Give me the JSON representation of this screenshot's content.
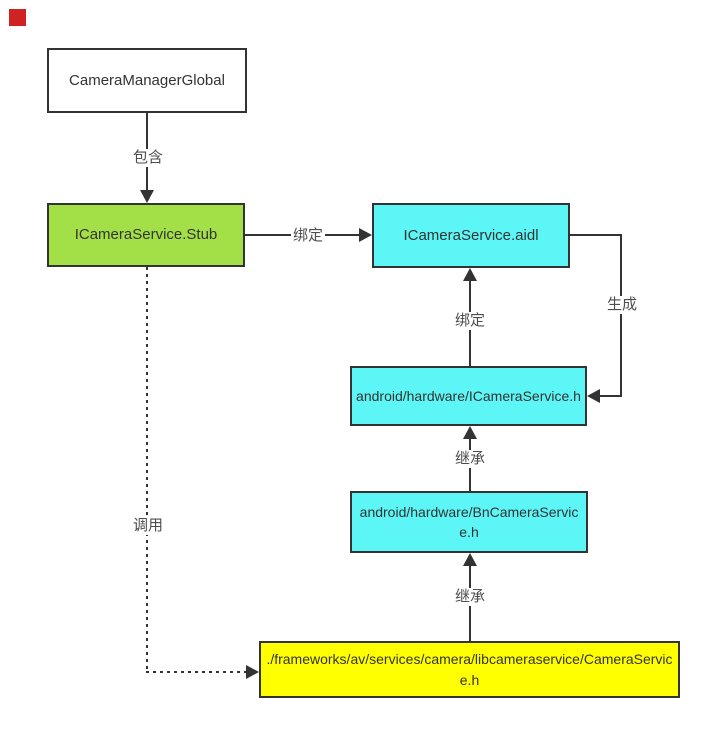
{
  "diagram": {
    "nodes": {
      "camera_manager_global": {
        "label": "CameraManagerGlobal"
      },
      "icameraservice_stub": {
        "label": "ICameraService.Stub"
      },
      "icameraservice_aidl": {
        "label": "ICameraService.aidl"
      },
      "icameraservice_h": {
        "label": "android/hardware/ICameraService.h"
      },
      "bncameraservice_h": {
        "label": "android/hardware/BnCameraService.h"
      },
      "cameraservice_h": {
        "label": "./frameworks/av/services/camera/libcameraservice/CameraService.h"
      }
    },
    "edge_labels": {
      "contains": {
        "label": "包含"
      },
      "bind_stub_to_aidl": {
        "label": "绑定"
      },
      "bind_h_to_aidl": {
        "label": "绑定"
      },
      "generates": {
        "label": "生成"
      },
      "inherits_icameraservice": {
        "label": "继承"
      },
      "inherits_bncameraservice": {
        "label": "继承"
      },
      "calls": {
        "label": "调用"
      }
    }
  },
  "colors": {
    "line": "#333333",
    "node_white": "#ffffff",
    "node_green": "#a3e047",
    "node_cyan": "#5cf6f6",
    "node_yellow": "#ffff00",
    "label_text": "#4d4d4d",
    "marker_red": "#cf2323"
  }
}
